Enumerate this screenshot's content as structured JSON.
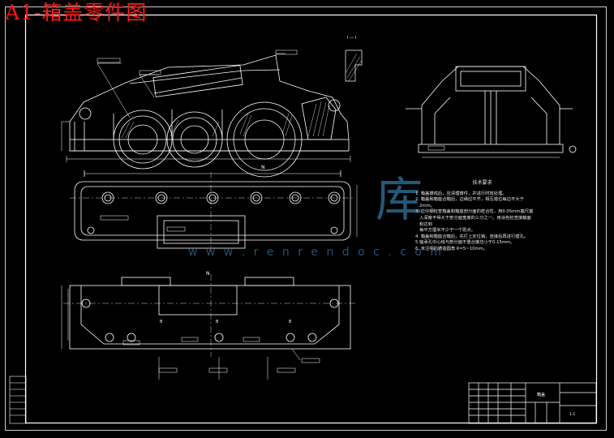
{
  "title": "A1-箱盖零件图",
  "watermark": {
    "char": "库",
    "url": "w w w . r e n r e n d o c . c o m"
  },
  "technical_requirements": {
    "heading": "技术要求",
    "items": [
      "1. 箱盖铸成后，应清理铸件，并进行时效处理。",
      "2. 箱盖和箱座合箱后，边缘应平齐，相互错位每边不大于\n   2mm。",
      "3. 应仔细检查箱盖和箱座剖分面的密合性，用0.05mm塞尺塞\n   入深度不得大于剖分面宽度的三分之一。用涂色检查接触面\n   积达到",
      "   每平方厘米不少于一个斑点。",
      "4. 箱盖和箱座合箱后，先打上定位销，连接后再进行镗孔。",
      "5.轴承孔中心线与剖分面不重合度应小于0.15mm。",
      "6. 未注明的铸造圆角 R=5~10mm。"
    ]
  },
  "view_labels": {
    "section_top": "I — I",
    "plan_top": "N",
    "plan_bottom": "N",
    "datum_a": "B",
    "datum_b": "B",
    "datum_c": "B"
  },
  "title_block": {
    "drawing_name": "箱盖",
    "scale": "1:1"
  },
  "colors": {
    "background": "#000000",
    "line": "#ffffff",
    "title": "#ff1a1a",
    "watermark": "#2d6e98"
  }
}
